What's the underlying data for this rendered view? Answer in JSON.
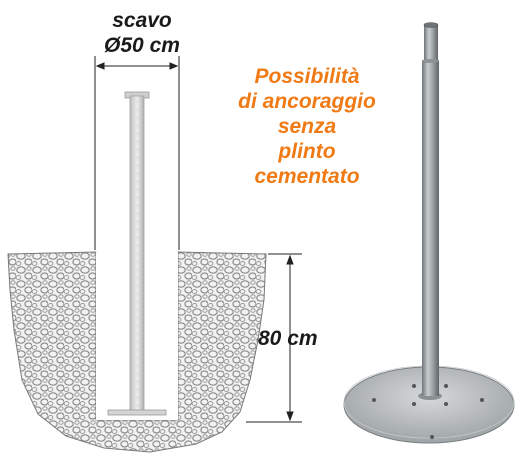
{
  "labels": {
    "excavation_line1": "scavo",
    "excavation_line2": "Ø50 cm",
    "depth": "80 cm"
  },
  "note": {
    "lines": [
      "Possibilità",
      "di ancoraggio",
      "senza",
      "plinto",
      "cementato"
    ],
    "color": "#f07a14"
  },
  "colors": {
    "text": "#1a1a1a",
    "soil_fill": "#efefef",
    "soil_stones": "#8a8a8a",
    "pole": "#9aa0a4",
    "base_plate": "#b9bec1"
  }
}
